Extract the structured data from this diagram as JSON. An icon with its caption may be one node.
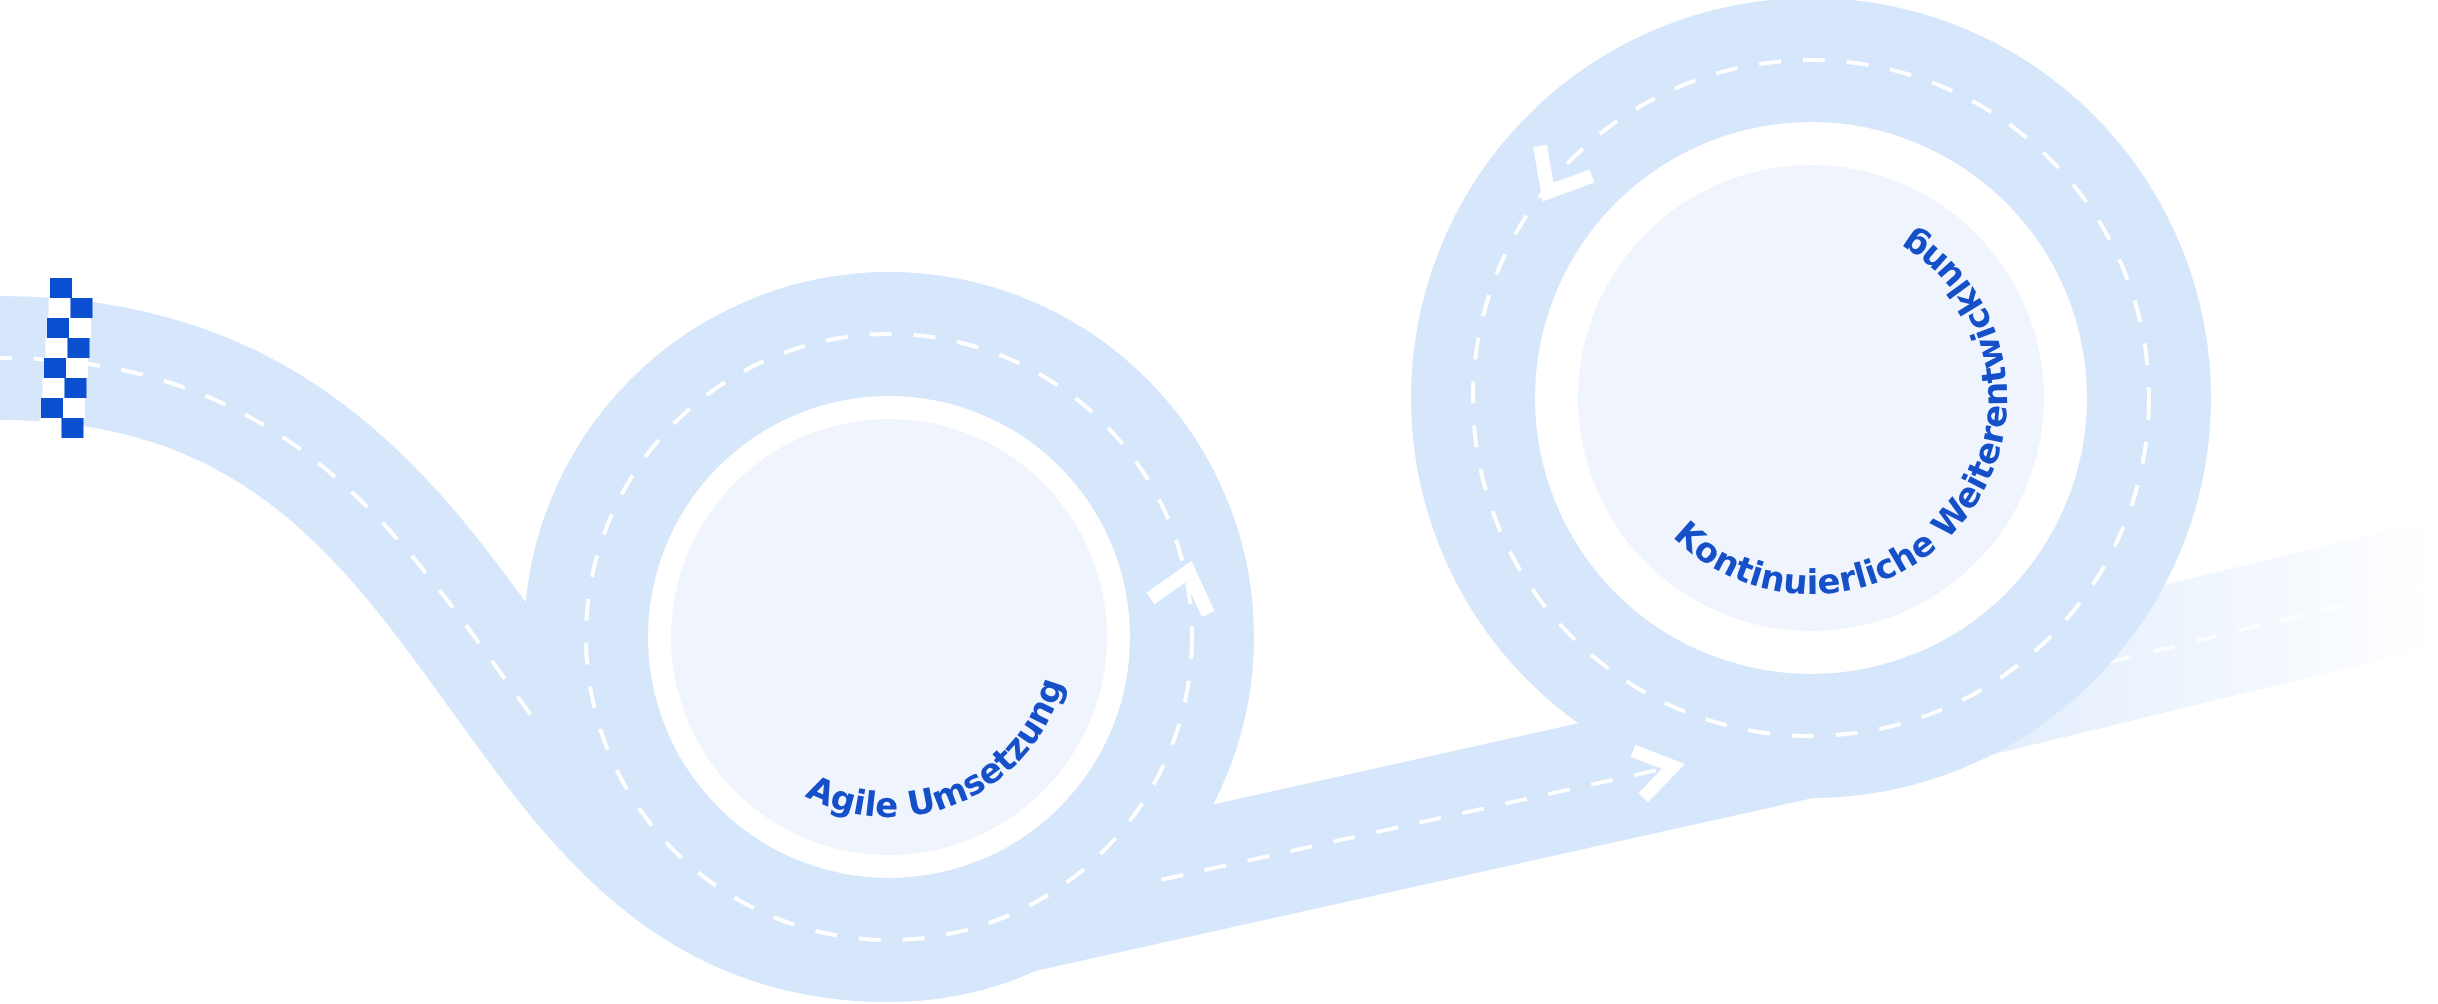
{
  "diagram": {
    "nodes": [
      {
        "text": [
          "Agile Umsetzung"
        ]
      },
      {
        "text": [
          "Kontinuierliche Weiterentwicklung"
        ]
      }
    ],
    "edges": [
      {
        "from": 0,
        "to": 1,
        "arrow": "to"
      }
    ]
  }
}
